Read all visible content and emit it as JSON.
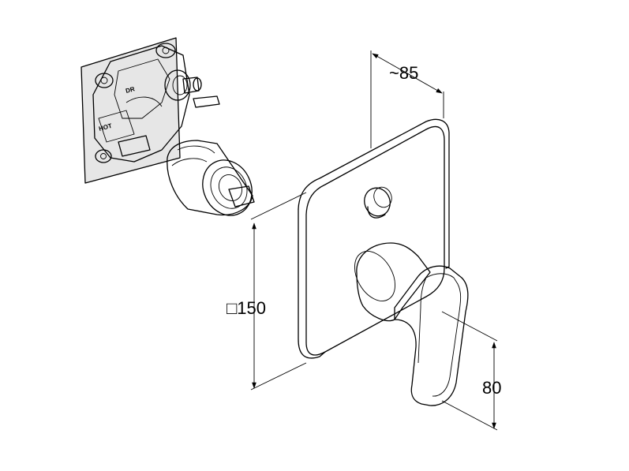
{
  "dimensions": {
    "depth": "~85",
    "plate": "□150",
    "lever": "80"
  },
  "valve_labels": {
    "top": "DR",
    "side": "HOT"
  }
}
